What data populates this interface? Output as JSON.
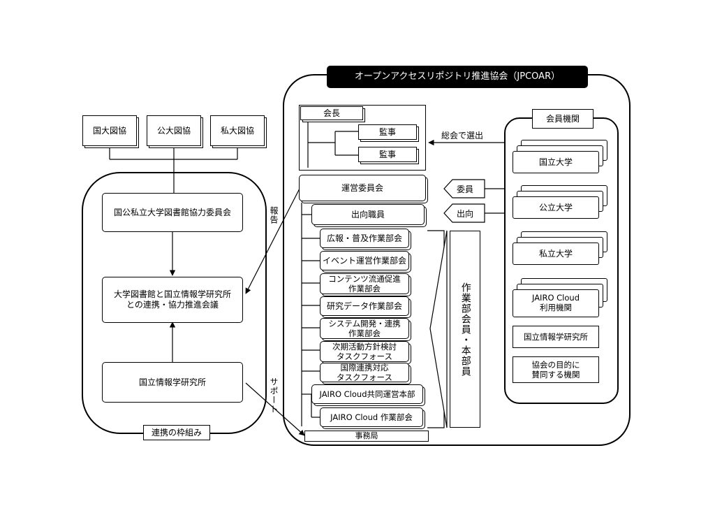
{
  "jpcoar": {
    "title": "オープンアクセスリポジトリ推進協会（JPCOAR）",
    "president": "会長",
    "auditor_1": "監事",
    "auditor_2": "監事",
    "steering": "運営委員会",
    "seconded": "出向職員",
    "workgroups": [
      "広報・普及作業部会",
      "イベント運営作業部会",
      "コンテンツ流通促進\n作業部会",
      "研究データ作業部会",
      "システム開発・連携\n作業部会",
      "次期活動方針検討\nタスクフォース",
      "国際連携対応\nタスクフォース",
      "JAIRO Cloud共同運営本部",
      "JAIRO Cloud 作業部会"
    ],
    "secretariat": "事務局",
    "wg_members": "作業部会員・本部員",
    "elect_label": "総会で選出",
    "committee_label": "委員",
    "dispatch_label": "出向"
  },
  "members": {
    "title": "会員機関",
    "items": [
      "国立大学",
      "公立大学",
      "私立大学",
      "JAIRO Cloud\n利用機関",
      "国立情報学研究所",
      "協会の目的に\n賛同する機関"
    ]
  },
  "framework": {
    "assoc": [
      "国大図協",
      "公大図協",
      "私大図協"
    ],
    "committee": "国公私立大学図書館協力委員会",
    "council": "大学図書館と国立情報学研究所\nとの連携・協力推進会議",
    "nii": "国立情報学研究所",
    "caption": "連携の枠組み",
    "report_label": "報告",
    "support_label": "サポート"
  }
}
